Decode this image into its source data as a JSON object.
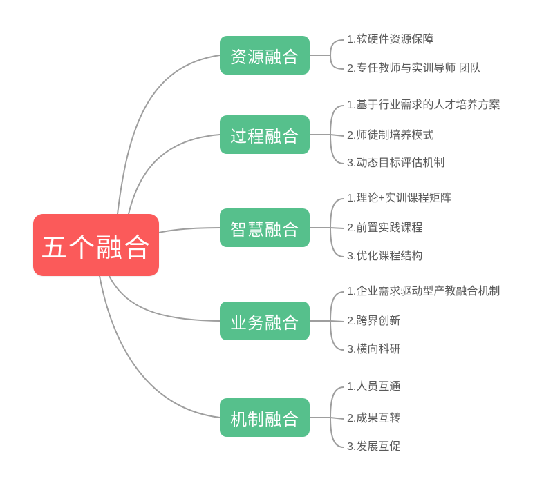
{
  "root": {
    "label": "五个融合"
  },
  "branches": [
    {
      "label": "资源融合",
      "items": [
        "1.软硬件资源保障",
        "2.专任教师与实训导师 团队"
      ]
    },
    {
      "label": "过程融合",
      "items": [
        "1.基于行业需求的人才培养方案",
        "2.师徒制培养模式",
        "3.动态目标评估机制"
      ]
    },
    {
      "label": "智慧融合",
      "items": [
        "1.理论+实训课程矩阵",
        "2.前置实践课程",
        "3.优化课程结构"
      ]
    },
    {
      "label": "业务融合",
      "items": [
        "1.企业需求驱动型产教融合机制",
        "2.跨界创新",
        "3.横向科研"
      ]
    },
    {
      "label": "机制融合",
      "items": [
        "1.人员互通",
        "2.成果互转",
        "3.发展互促"
      ]
    }
  ],
  "colors": {
    "root_bg": "#fb5a5a",
    "branch_bg": "#56c08c",
    "connector": "#9e9e9e",
    "leaf_text": "#595959",
    "node_text": "#ffffff",
    "background": "#ffffff"
  }
}
